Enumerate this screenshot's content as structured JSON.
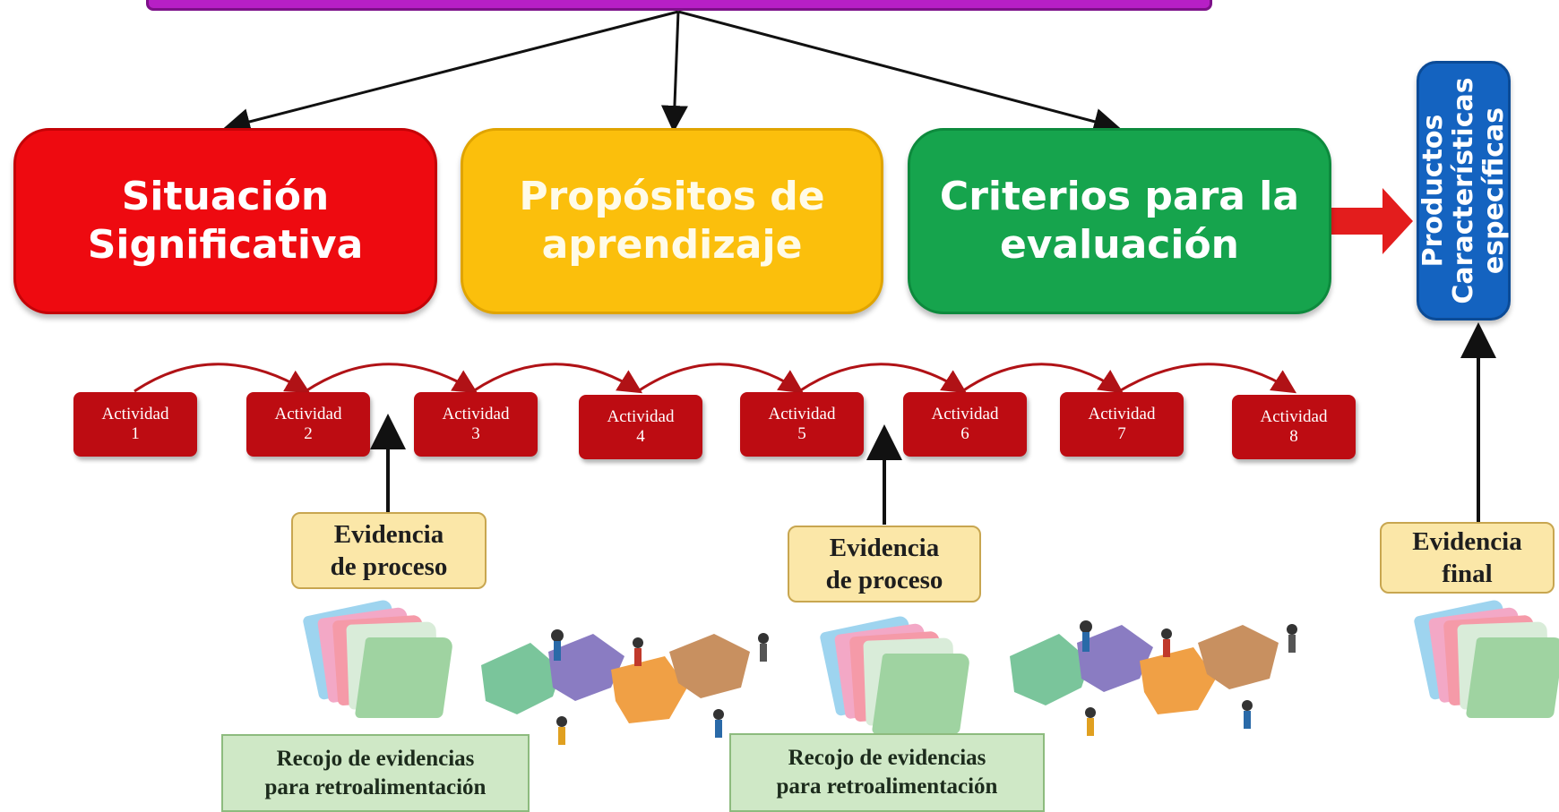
{
  "boxes": {
    "situacion": "Situación\nSignificativa",
    "propositos": "Propósitos de\naprendizaje",
    "criterios": "Criterios para la\nevaluación",
    "productos": "Productos\nCaracterísticas\nespecíficas"
  },
  "actividades": [
    "Actividad\n1",
    "Actividad\n2",
    "Actividad\n3",
    "Actividad\n4",
    "Actividad\n5",
    "Actividad\n6",
    "Actividad\n7",
    "Actividad\n8"
  ],
  "evidencias": {
    "proceso_1": "Evidencia\nde proceso",
    "proceso_2": "Evidencia\nde proceso",
    "final": "Evidencia\nfinal"
  },
  "recojo": {
    "left": "Recojo de evidencias\npara retroalimentación",
    "right": "Recojo de evidencias\npara retroalimentación"
  },
  "colors": {
    "banner": "#b71fc6",
    "situacion": "#ee0a10",
    "propositos": "#fbbf0c",
    "criterios": "#16a44d",
    "productos": "#1463c0",
    "actividad": "#bd0c12",
    "evidencia": "#fbe7a8",
    "recojo": "#cfe8c6"
  },
  "illustrations": [
    "folders-icon",
    "puzzle-icon"
  ]
}
